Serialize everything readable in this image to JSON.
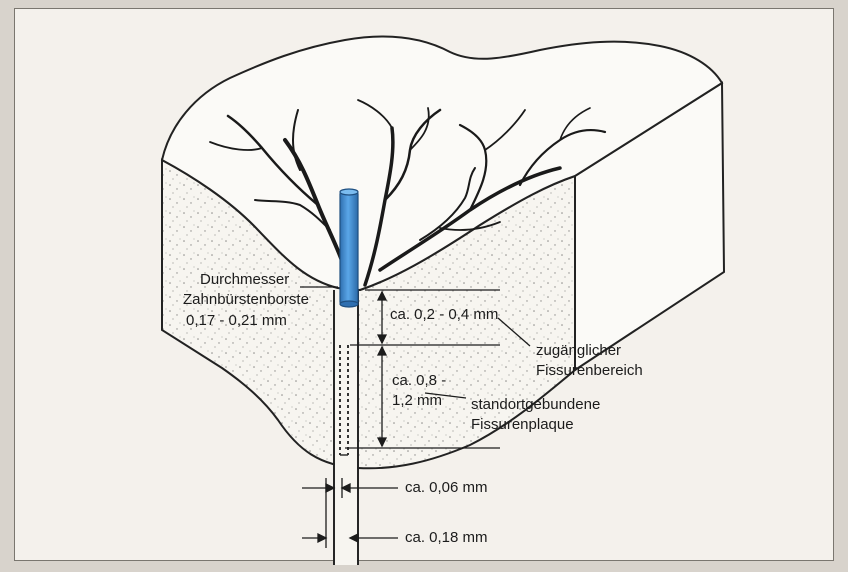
{
  "labels": {
    "diameter_line1": "Durchmesser",
    "diameter_line2": "Zahnbürstenborste",
    "diameter_line3": "0,17 - 0,21 mm",
    "depth1": "ca. 0,2 - 0,4 mm",
    "depth2_line1": "ca. 0,8 -",
    "depth2_line2": "1,2 mm",
    "region1_line1": "zugänglicher",
    "region1_line2": "Fissurenbereich",
    "region2_line1": "standortgebundene",
    "region2_line2": "Fissurenplaque",
    "width_inner": "ca. 0,06 mm",
    "width_outer": "ca. 0,18 mm"
  },
  "colors": {
    "bristle": "#3f8fd6",
    "ink": "#1c1c1c",
    "paper": "#f4f1ec"
  }
}
